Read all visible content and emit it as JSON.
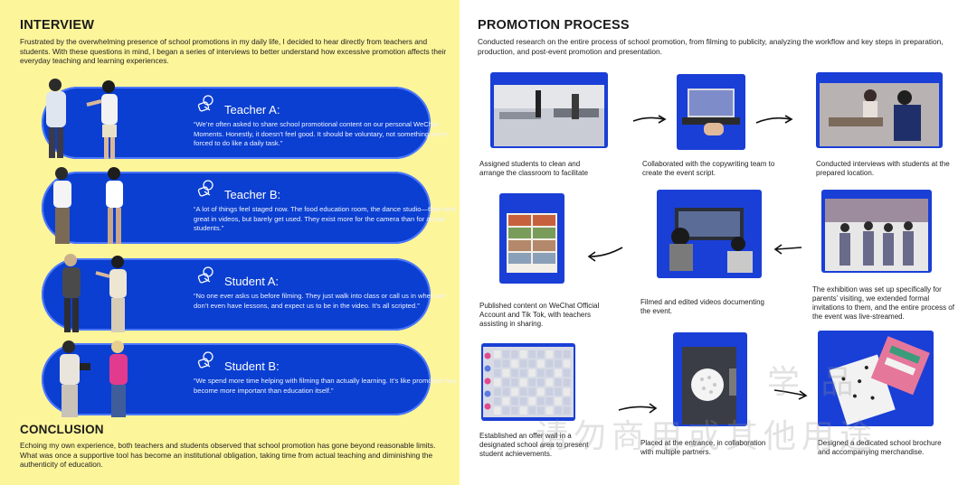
{
  "interview": {
    "title": "INTERVIEW",
    "intro": "Frustrated by the overwhelming presence of school promotions in my daily life, I decided to hear directly from teachers and students. With these questions in mind, I began a series of interviews to better understand how excessive promotion affects their everyday teaching and learning experiences.",
    "cards": [
      {
        "name": "Teacher A:",
        "quote": "“We’re often asked to share school promotional content on our personal WeChat Moments. Honestly, it doesn’t feel good. It should be voluntary, not something we’re forced to do like a daily task.”"
      },
      {
        "name": "Teacher B:",
        "quote": "“A lot of things feel staged now. The food education room, the dance studio—they look great in videos, but barely get used. They exist more for the camera than for actual students.”"
      },
      {
        "name": "Student A:",
        "quote": "“No one ever asks us before filming. They just walk into class or call us in when we don’t even have lessons, and expect us to be in the video. It’s all scripted.”"
      },
      {
        "name": "Student B:",
        "quote": "“We spend more time helping with filming than actually learning. It’s like promotion has become more important than education itself.”"
      }
    ]
  },
  "conclusion": {
    "title": "CONCLUSION",
    "text": "Echoing my own experience, both teachers and students observed that school promotion has gone beyond reasonable limits. What was once a supportive tool has become an institutional obligation, taking time from actual teaching and diminishing the authenticity of education."
  },
  "process": {
    "title": "PROMOTION PROCESS",
    "intro": "Conducted research on the entire process of school promotion, from filming to publicity, analyzing the workflow and key steps in preparation, production, and post-event promotion and presentation.",
    "steps": [
      "Assigned students to clean and arrange the classroom to facilitate",
      "Collaborated with the copywriting team to create the event script.",
      "Conducted interviews with students at the prepared location.",
      "Published content on WeChat Official Account and Tik Tok, with teachers assisting in sharing.",
      "Filmed and edited videos documenting the event.",
      "The exhibition was set up specifically for parents’ visiting, we extended formal invitations to them, and the entire process of the event was live-streamed.",
      "Established an offer wall in a designated school area to present student achievements.",
      "Placed at the entrance, in collaboration with multiple partners.",
      "Designed a dedicated school brochure and accompanying merchandise."
    ]
  },
  "watermark": {
    "line1": "学 品",
    "line2": "请勿商用或其他用途"
  },
  "colors": {
    "left_bg": "#fdf59a",
    "card_blue": "#0b3fd1",
    "photo_blue": "#1a3fd6"
  }
}
